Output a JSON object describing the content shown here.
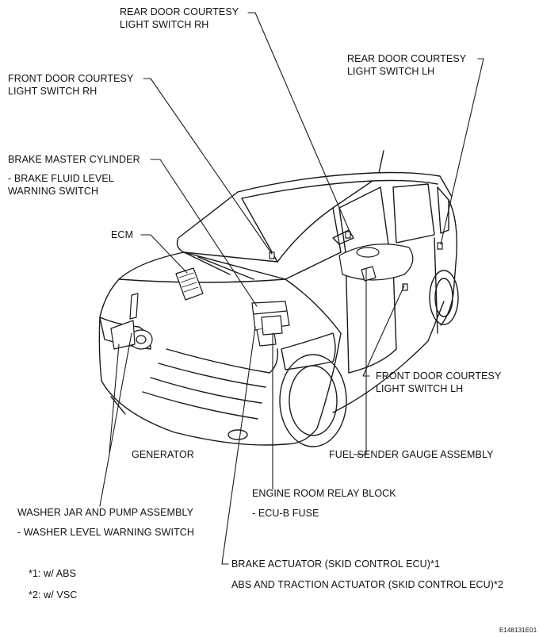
{
  "labels": {
    "rear_door_rh_1": "REAR DOOR COURTESY",
    "rear_door_rh_2": "LIGHT SWITCH RH",
    "rear_door_lh_1": "REAR DOOR COURTESY",
    "rear_door_lh_2": "LIGHT SWITCH LH",
    "front_door_rh_1": "FRONT DOOR COURTESY",
    "front_door_rh_2": "LIGHT SWITCH RH",
    "brake_master": "BRAKE MASTER CYLINDER",
    "brake_fluid_1": "- BRAKE FLUID LEVEL",
    "brake_fluid_2": "WARNING SWITCH",
    "ecm": "ECM",
    "front_door_lh_1": "FRONT DOOR COURTESY",
    "front_door_lh_2": "LIGHT SWITCH LH",
    "generator": "GENERATOR",
    "fuel_sender": "FUEL SENDER GAUGE ASSEMBLY",
    "relay_block": "ENGINE ROOM RELAY BLOCK",
    "ecu_b_fuse": "- ECU-B FUSE",
    "washer_jar": "WASHER JAR AND PUMP ASSEMBLY",
    "washer_level": "- WASHER LEVEL WARNING SWITCH",
    "brake_actuator": "BRAKE ACTUATOR (SKID CONTROL ECU)*1",
    "abs_actuator": "ABS AND TRACTION ACTUATOR (SKID CONTROL ECU)*2",
    "note1": "*1: w/ ABS",
    "note2": "*2: w/ VSC",
    "figure_code": "E148131E01"
  }
}
